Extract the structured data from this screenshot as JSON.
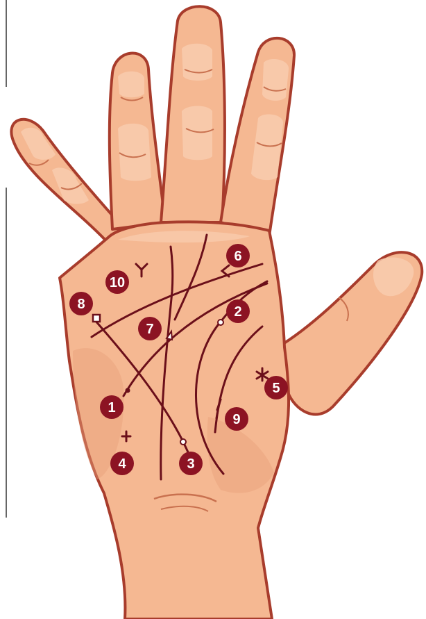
{
  "diagram": {
    "markers": [
      {
        "id": "marker-1",
        "label": "1"
      },
      {
        "id": "marker-2",
        "label": "2"
      },
      {
        "id": "marker-3",
        "label": "3"
      },
      {
        "id": "marker-4",
        "label": "4"
      },
      {
        "id": "marker-5",
        "label": "5"
      },
      {
        "id": "marker-6",
        "label": "6"
      },
      {
        "id": "marker-7",
        "label": "7"
      },
      {
        "id": "marker-8",
        "label": "8"
      },
      {
        "id": "marker-9",
        "label": "9"
      },
      {
        "id": "marker-10",
        "label": "10"
      }
    ]
  },
  "colors": {
    "skin": "#f5b892",
    "skin_shadow": "#e9a07a",
    "skin_highlight": "#f9cdb0",
    "outline": "#a83c2c",
    "line": "#6b0f1a",
    "marker": "#8c1323",
    "divider": "#333333"
  }
}
